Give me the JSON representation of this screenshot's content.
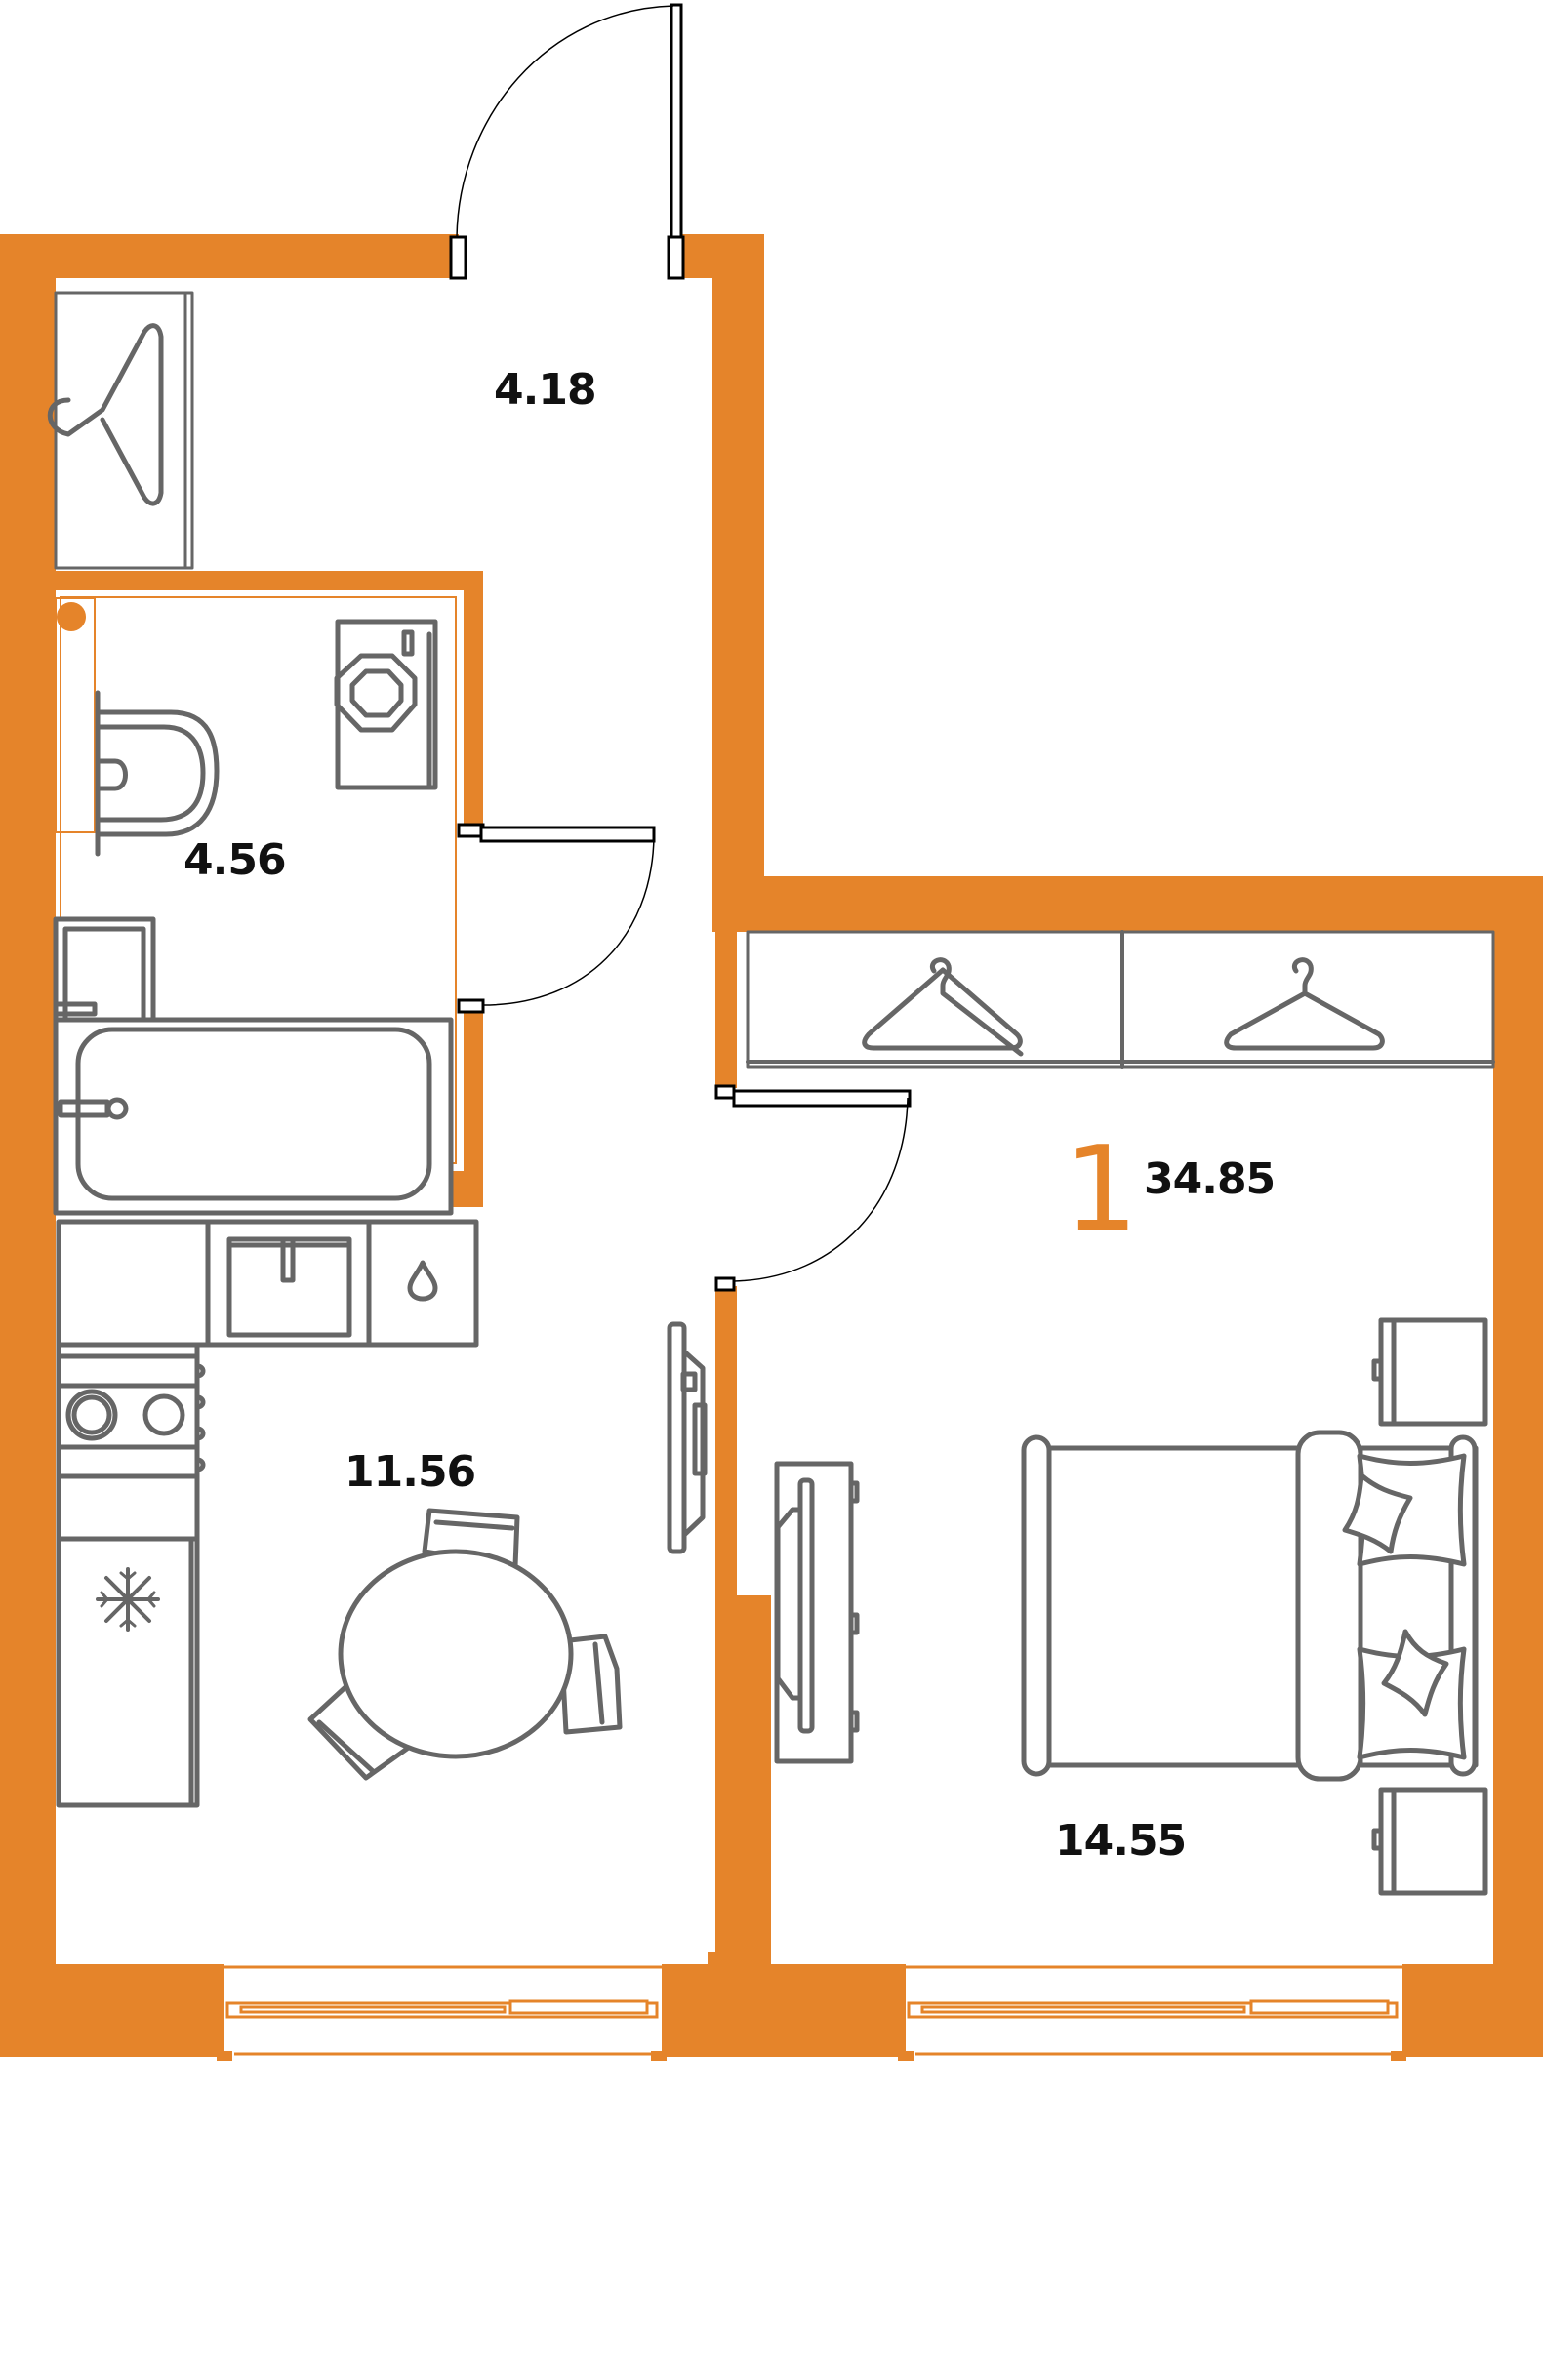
{
  "plan": {
    "type": "apartment-floor-plan",
    "room_count": "1",
    "total_area": "34.85",
    "accent_color": "#e5842a",
    "furniture_color": "#666666",
    "rooms": [
      {
        "id": "hallway",
        "area": "4.18"
      },
      {
        "id": "bathroom",
        "area": "4.56"
      },
      {
        "id": "kitchen",
        "area": "11.56"
      },
      {
        "id": "bedroom",
        "area": "14.55"
      }
    ],
    "fixtures": {
      "hallway": [
        "wardrobe-hanger"
      ],
      "bathroom": [
        "washing-machine",
        "toilet",
        "sink",
        "bathtub"
      ],
      "kitchen": [
        "sink",
        "water-drop",
        "stove",
        "fridge-snowflake",
        "round-table",
        "chairs",
        "tv-unit"
      ],
      "bedroom": [
        "wardrobe-2-sections",
        "double-bed",
        "pillows",
        "nightstands",
        "tv-stand"
      ]
    }
  }
}
